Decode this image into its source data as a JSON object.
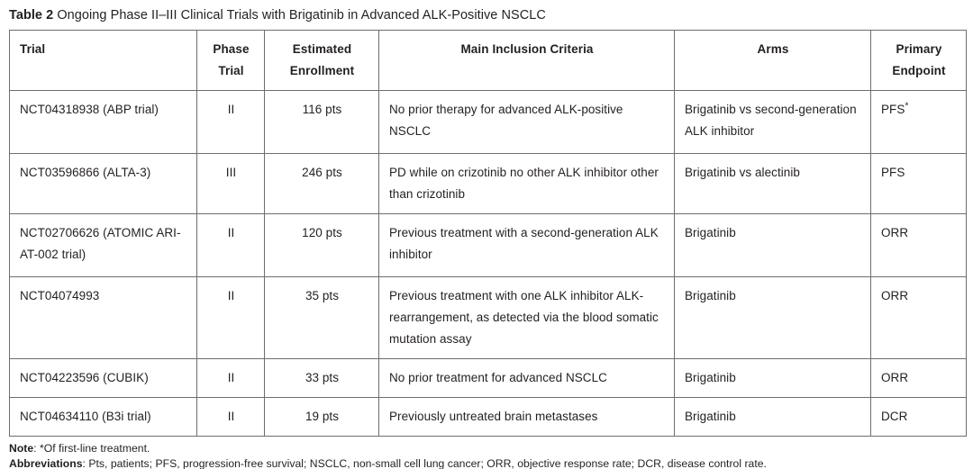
{
  "title": {
    "label": "Table 2",
    "caption": "Ongoing Phase II–III Clinical Trials with Brigatinib in Advanced ALK-Positive NSCLC"
  },
  "table": {
    "columns": [
      {
        "key": "trial",
        "header": "Trial"
      },
      {
        "key": "phase",
        "header": "Phase\nTrial",
        "header_line1": "Phase",
        "header_line2": "Trial"
      },
      {
        "key": "enrollment",
        "header": "Estimated\nEnrollment",
        "header_line1": "Estimated",
        "header_line2": "Enrollment"
      },
      {
        "key": "criteria",
        "header": "Main Inclusion Criteria"
      },
      {
        "key": "arms",
        "header": "Arms"
      },
      {
        "key": "endpoint",
        "header": "Primary\nEndpoint",
        "header_line1": "Primary",
        "header_line2": "Endpoint"
      }
    ],
    "rows": [
      {
        "trial": "NCT04318938 (ABP trial)",
        "phase": "II",
        "enrollment": "116 pts",
        "criteria": "No prior therapy for advanced ALK-positive NSCLC",
        "arms": "Brigatinib vs second-generation ALK inhibitor",
        "endpoint": "PFS",
        "endpoint_marker": "*"
      },
      {
        "trial": "NCT03596866 (ALTA-3)",
        "phase": "III",
        "enrollment": "246 pts",
        "criteria": "PD while on crizotinib no other ALK inhibitor other than crizotinib",
        "arms": "Brigatinib vs alectinib",
        "endpoint": "PFS",
        "endpoint_marker": ""
      },
      {
        "trial": "NCT02706626 (ATOMIC ARI-AT-002 trial)",
        "phase": "II",
        "enrollment": "120 pts",
        "criteria": "Previous treatment with a second-generation ALK inhibitor",
        "arms": "Brigatinib",
        "endpoint": "ORR",
        "endpoint_marker": ""
      },
      {
        "trial": "NCT04074993",
        "phase": "II",
        "enrollment": "35 pts",
        "criteria": "Previous treatment with one ALK inhibitor ALK-rearrangement, as detected via the blood somatic mutation assay",
        "arms": "Brigatinib",
        "endpoint": "ORR",
        "endpoint_marker": ""
      },
      {
        "trial": "NCT04223596 (CUBIK)",
        "phase": "II",
        "enrollment": "33 pts",
        "criteria": "No prior treatment for advanced NSCLC",
        "arms": "Brigatinib",
        "endpoint": "ORR",
        "endpoint_marker": ""
      },
      {
        "trial": "NCT04634110 (B3i trial)",
        "phase": "II",
        "enrollment": "19 pts",
        "criteria": "Previously untreated brain metastases",
        "arms": "Brigatinib",
        "endpoint": "DCR",
        "endpoint_marker": ""
      }
    ]
  },
  "footnotes": {
    "note_label": "Note",
    "note_text": ": *Of first-line treatment.",
    "abbrev_label": "Abbreviations",
    "abbrev_text": ": Pts, patients; PFS, progression-free survival; NSCLC, non-small cell lung cancer; ORR, objective response rate; DCR, disease control rate."
  },
  "colors": {
    "text": "#231f20",
    "border": "#6d6e71",
    "background": "#ffffff"
  }
}
